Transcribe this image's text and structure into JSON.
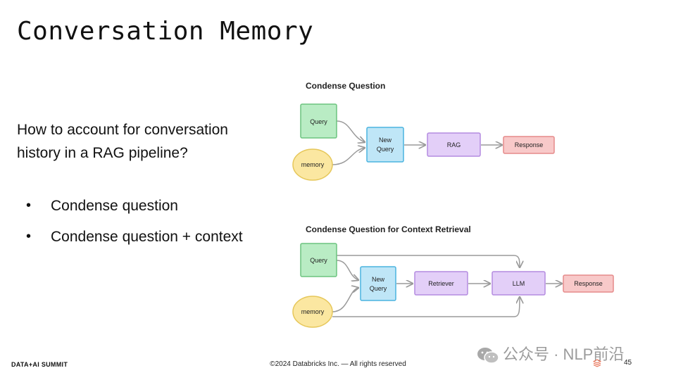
{
  "slide": {
    "title": "Conversation Memory",
    "question": "How to account for conversation history in a RAG pipeline?",
    "bullets": [
      "Condense question",
      "Condense question + context"
    ]
  },
  "diagram1": {
    "title": "Condense Question",
    "nodes": {
      "query": "Query",
      "memory": "memory",
      "new_query_line1": "New",
      "new_query_line2": "Query",
      "rag": "RAG",
      "response": "Response"
    }
  },
  "diagram2": {
    "title": "Condense Question for Context Retrieval",
    "nodes": {
      "query": "Query",
      "memory": "memory",
      "new_query_line1": "New",
      "new_query_line2": "Query",
      "retriever": "Retriever",
      "llm": "LLM",
      "response": "Response"
    }
  },
  "colors": {
    "query": "#b9ecc4",
    "query_border": "#6cc47f",
    "memory": "#fbe7a1",
    "memory_border": "#e6c75a",
    "new_query": "#bfe6f7",
    "new_query_border": "#4ab3df",
    "process": "#e3cff8",
    "process_border": "#b48be0",
    "response": "#f8c9c9",
    "response_border": "#e58a8a",
    "arrow": "#9a9a9a"
  },
  "footer": {
    "brand": "DATA+AI SUMMIT",
    "copyright": "©2024 Databricks Inc. — All rights reserved",
    "page": "45",
    "watermark": "公众号 · NLP前沿"
  }
}
